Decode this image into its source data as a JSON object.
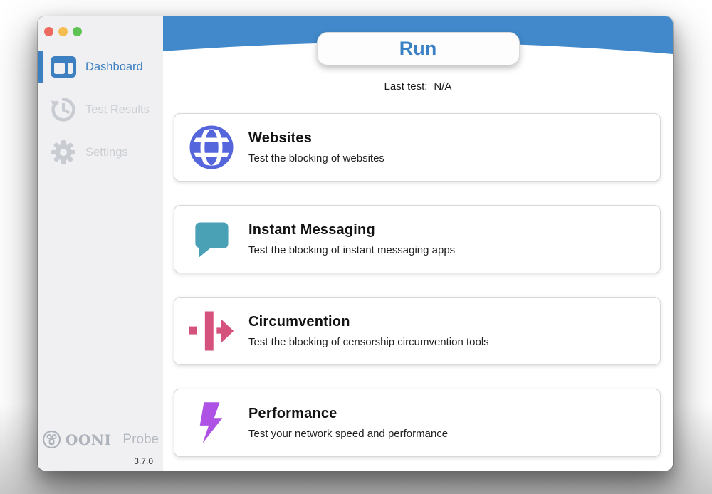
{
  "colors": {
    "accent_blue": "#4189ca",
    "run_text": "#3a80c4",
    "active_item": "#3d80c2",
    "inactive_item": "#cbcfd4",
    "traffic_red": "#ee6a5f",
    "traffic_yellow": "#f5bd4f",
    "traffic_green": "#5ec353"
  },
  "sidebar": {
    "items": [
      {
        "label": "Dashboard"
      },
      {
        "label": "Test Results"
      },
      {
        "label": "Settings"
      }
    ],
    "logo": {
      "brand": "OONI",
      "product": "Probe"
    },
    "version": "3.7.0"
  },
  "header": {
    "run_label": "Run"
  },
  "main": {
    "last_test_label": "Last test:",
    "last_test_value": "N/A",
    "cards": [
      {
        "title": "Websites",
        "subtitle": "Test the blocking of websites",
        "color": "#5566dd"
      },
      {
        "title": "Instant Messaging",
        "subtitle": "Test the blocking of instant messaging apps",
        "color": "#4aa0b5"
      },
      {
        "title": "Circumvention",
        "subtitle": "Test the blocking of censorship circumvention tools",
        "color": "#d5527c"
      },
      {
        "title": "Performance",
        "subtitle": "Test your network speed and performance",
        "color": "#ae52e5"
      }
    ]
  }
}
